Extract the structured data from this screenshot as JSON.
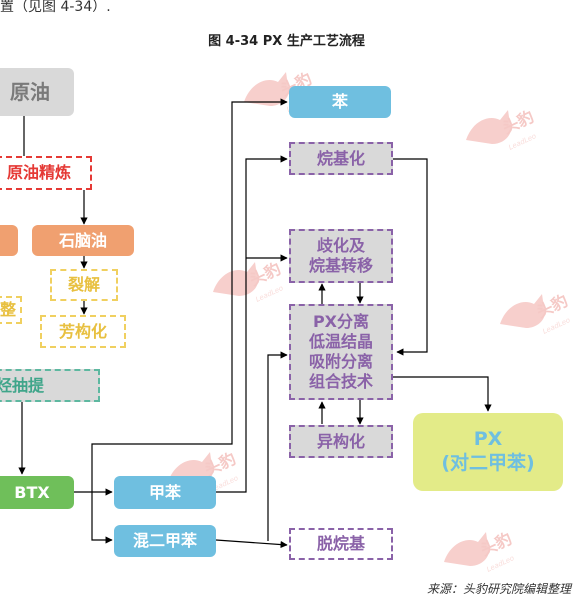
{
  "header": {
    "top_text": "置（见图 4-34）.",
    "title": "图 4-34 PX 生产工艺流程"
  },
  "nodes": {
    "crude_oil": "原油",
    "crude_refining": "原油精炼",
    "naphtha": "石脑油",
    "left_partial": "",
    "cracking": "裂解",
    "left_partial_2": "整",
    "aromatization": "芳构化",
    "aromatics_extraction": "芳烃抽提",
    "btx": "BTX",
    "benzene": "苯",
    "alkylation": "烷基化",
    "disproportionation_line1": "歧化及",
    "disproportionation_line2": "烷基转移",
    "px_sep_line1": "PX分离",
    "px_sep_line2": "低温结晶",
    "px_sep_line3": "吸附分离",
    "px_sep_line4": "组合技术",
    "isomerization": "异构化",
    "toluene": "甲苯",
    "mixed_xylene": "混二甲苯",
    "dealkylation": "脱烷基",
    "px_line1": "PX",
    "px_line2": "(对二甲苯)"
  },
  "watermark": {
    "text": "头豹",
    "sub": "LeadLeo"
  },
  "source": "来源：头豹研究院编辑整理",
  "colors": {
    "gray": "#d9d9d9",
    "orange": "#f0a070",
    "green": "#6fbf5a",
    "blue": "#6fbfe0",
    "yellow_green": "#e3eb88",
    "purple": "#8a62a8",
    "red": "#e53935",
    "yellow": "#f0d060",
    "teal": "#5db8a0"
  }
}
